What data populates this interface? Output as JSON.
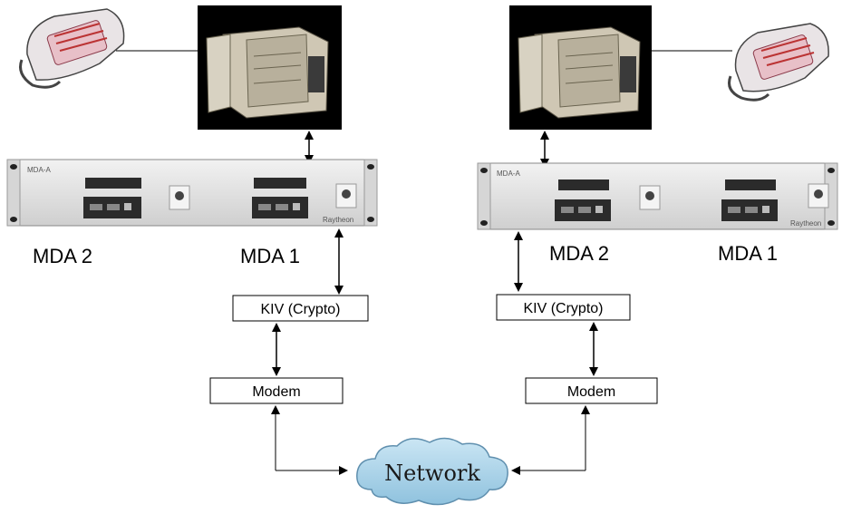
{
  "labels": {
    "left_mda2": "MDA  2",
    "left_mda1": "MDA 1",
    "right_mda2": "MDA 2",
    "right_mda1": "MDA 1"
  },
  "boxes": {
    "left_crypto": "KIV (Crypto)",
    "left_modem": "Modem",
    "right_crypto": "KIV (Crypto)",
    "right_modem": "Modem"
  },
  "network": {
    "label": "Network"
  },
  "rack": {
    "model_left": "MDA-A",
    "model_right": "MDA-A",
    "brand_left": "Raytheon",
    "brand_right": "Raytheon"
  },
  "colors": {
    "line": "#000000",
    "cloud_fill": "#a9d3ea",
    "cloud_stroke": "#5f8fae",
    "rack_fill": "#e3e3e3",
    "photo_bg": "#000000"
  }
}
